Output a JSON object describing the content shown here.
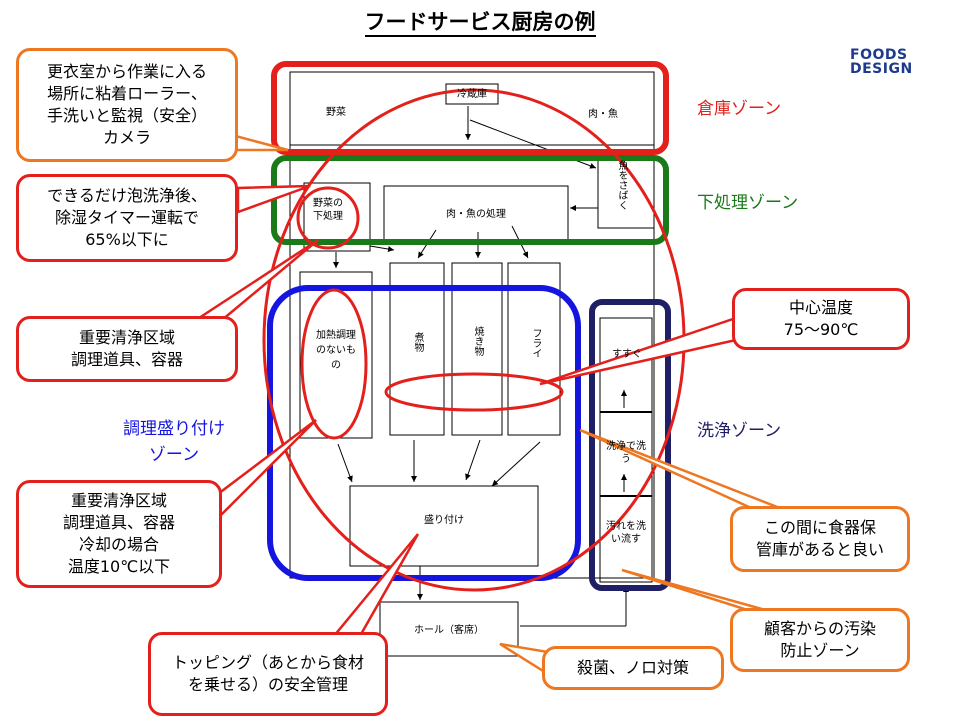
{
  "title": "フードサービス厨房の例",
  "logo": {
    "line1": "FOODS",
    "line2": "DESIGN"
  },
  "zones": {
    "storage": "倉庫ゾーン",
    "prep": "下処理ゾーン",
    "cooking_line1": "調理盛り付け",
    "cooking_line2": "ゾーン",
    "washing": "洗浄ゾーン"
  },
  "floorplan": {
    "reizouko": "冷蔵庫",
    "yasai": "野菜",
    "niku_sakana": "肉・魚",
    "yasai_shori_1": "野菜の",
    "yasai_shori_2": "下処理",
    "niku_shori": "肉・魚の処理",
    "kanetsu_1": "加熱調理",
    "kanetsu_2": "のないも",
    "kanetsu_3": "の",
    "nimono": "煮物",
    "yakimono": "焼き物",
    "furai": "フライ",
    "moritsuke": "盛り付け",
    "hall": "ホール（客席）",
    "susugu": "すすぐ",
    "kikai_arau": "洗浄で洗う",
    "yogore": "汚れを洗い流す",
    "sakana_hiku": "魚をさばく"
  },
  "callouts": {
    "changing_room": [
      "更衣室から作業に入る",
      "場所に粘着ローラー、",
      "手洗いと監視（安全）",
      "カメラ"
    ],
    "foam_wash": [
      "できるだけ泡洗浄後、",
      "除湿タイマー運転で",
      "65%以下に"
    ],
    "clean_area_1": [
      "重要清浄区域",
      "調理道具、容器"
    ],
    "clean_area_2": [
      "重要清浄区域",
      "調理道具、容器",
      "冷却の場合",
      "温度10℃以下"
    ],
    "core_temp": [
      "中心温度",
      "75～90℃"
    ],
    "tableware": [
      "この間に食器保",
      "管庫があると良い"
    ],
    "contamination": [
      "顧客からの汚染",
      "防止ゾーン"
    ],
    "topping": [
      "トッピング（あとから食材",
      "を乗せる）の安全管理"
    ],
    "sterilize": [
      "殺菌、ノロ対策"
    ]
  },
  "colors": {
    "red": "#e3201b",
    "green": "#1a7a1a",
    "blue": "#1515e0",
    "navy": "#1f1f66",
    "orange": "#ee7722"
  }
}
